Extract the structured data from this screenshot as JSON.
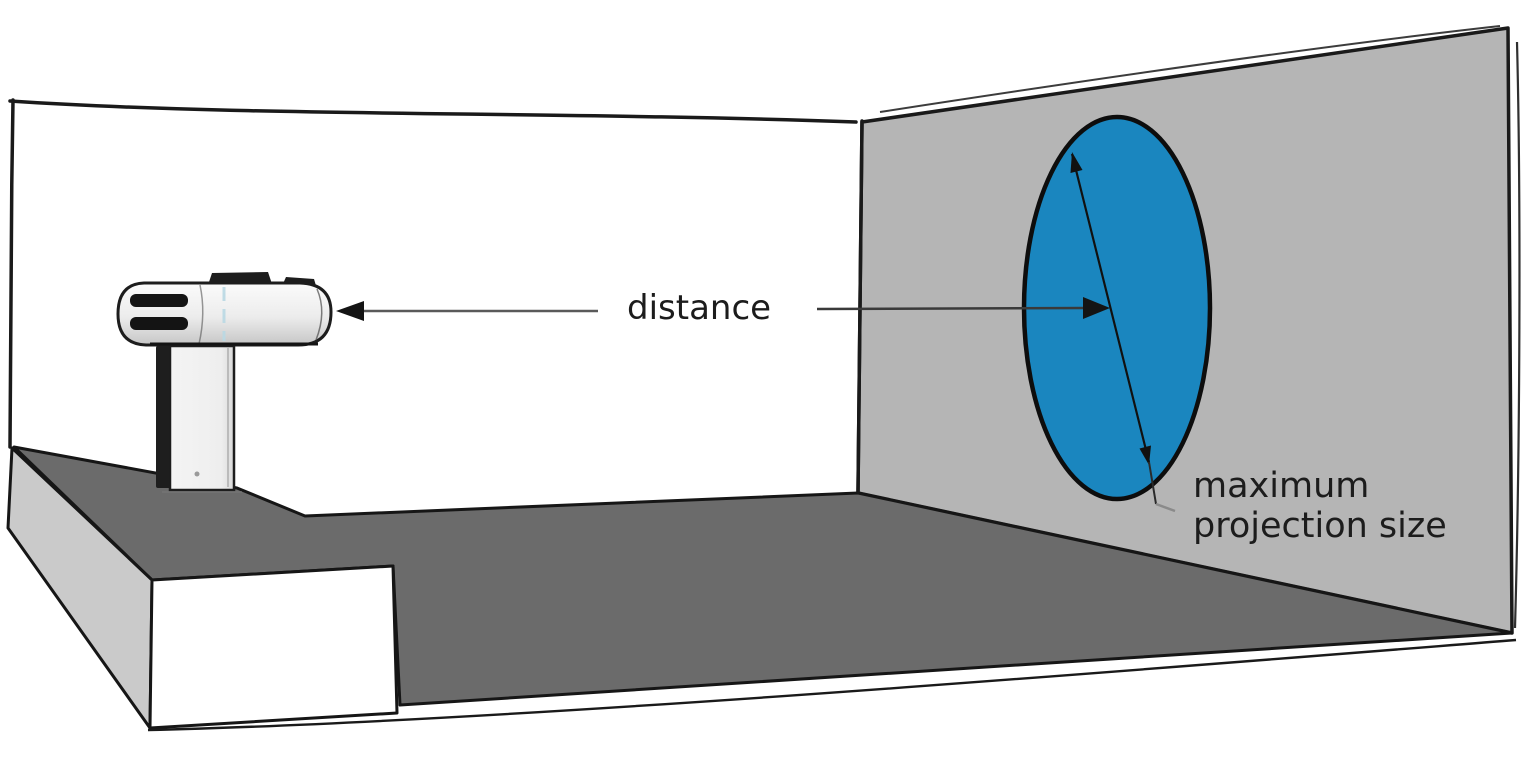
{
  "diagram": {
    "labels": {
      "distance": "distance",
      "max_projection_line1": "maximum",
      "max_projection_line2": "projection size"
    },
    "colors": {
      "right_wall": "#b5b5b5",
      "floor": "#6b6b6b",
      "platform_side": "#cacaca",
      "platform_front": "#ffffff",
      "projection_blue": "#1a86bf",
      "outline": "#1a1a1a",
      "label_text": "#1c1c1c"
    }
  }
}
